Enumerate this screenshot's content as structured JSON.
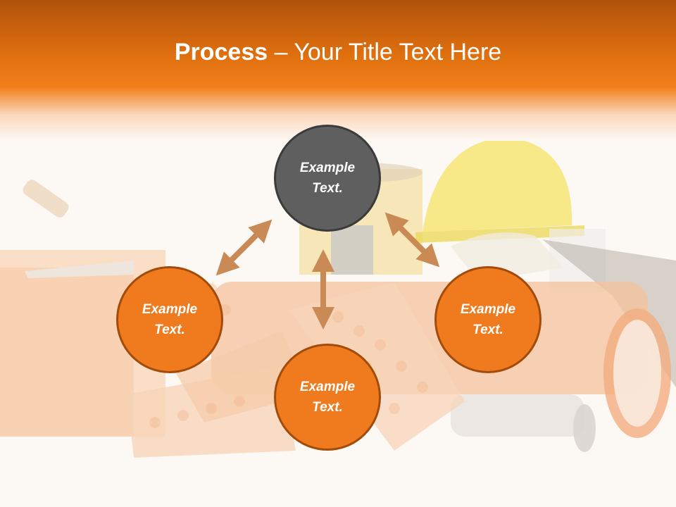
{
  "slide": {
    "title_bold": "Process",
    "title_rest": " – Your Title Text Here"
  },
  "nodes": {
    "top": {
      "line1": "Example",
      "line2": "Text."
    },
    "left": {
      "line1": "Example",
      "line2": "Text."
    },
    "right": {
      "line1": "Example",
      "line2": "Text."
    },
    "bottom": {
      "line1": "Example",
      "line2": "Text."
    }
  },
  "colors": {
    "header_orange": "#f17f1c",
    "node_orange": "#f07a1e",
    "node_orange_border": "#a24b0a",
    "node_gray": "#5f5f5f",
    "arrow": "#c98a55"
  },
  "icons": [
    "double-arrow-icon"
  ]
}
